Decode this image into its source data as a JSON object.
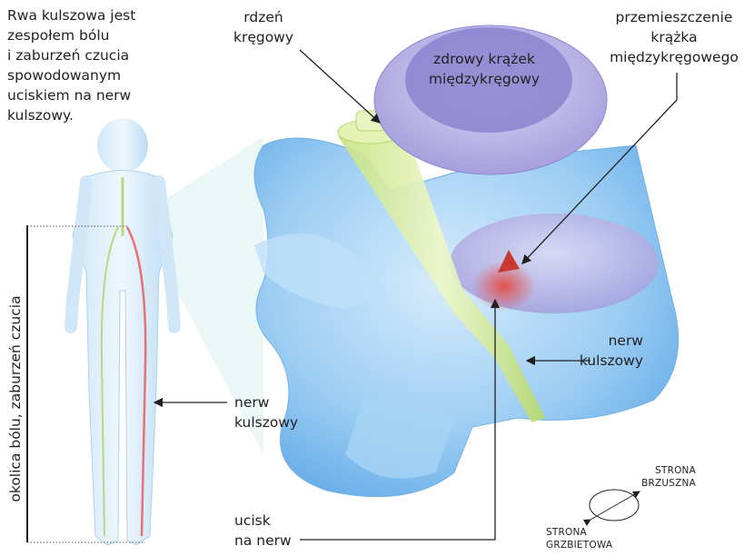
{
  "intro": [
    "Rwa kulszowa jest",
    "zespołem bólu",
    "i zaburzeń czucia",
    "spowodowanym",
    "uciskiem na nerw",
    "kulszowy."
  ],
  "labels": {
    "pain_area": "okolica bólu, zaburzeń czucia",
    "sciatic_nerve_body": [
      "nerw",
      "kulszowy"
    ],
    "spinal_cord": [
      "rdzeń",
      "kręgowy"
    ],
    "healthy_disc": [
      "zdrowy krążek",
      "międzykręgowy"
    ],
    "disc_displacement": [
      "przemieszczenie",
      "krążka",
      "międzykręgowego"
    ],
    "sciatic_nerve_spine": [
      "nerw",
      "kulszowy"
    ],
    "nerve_compression": [
      "ucisk",
      "na nerw"
    ]
  },
  "orientation": {
    "ventral": [
      "STRONA",
      "BRZUSZNA"
    ],
    "dorsal": [
      "STRONA",
      "GRZBIETOWA"
    ]
  },
  "colors": {
    "bone": "#8ec5f0",
    "disc": "#b7b2e6",
    "nerve": "#d4ea9a",
    "pain": "#e8463a"
  }
}
